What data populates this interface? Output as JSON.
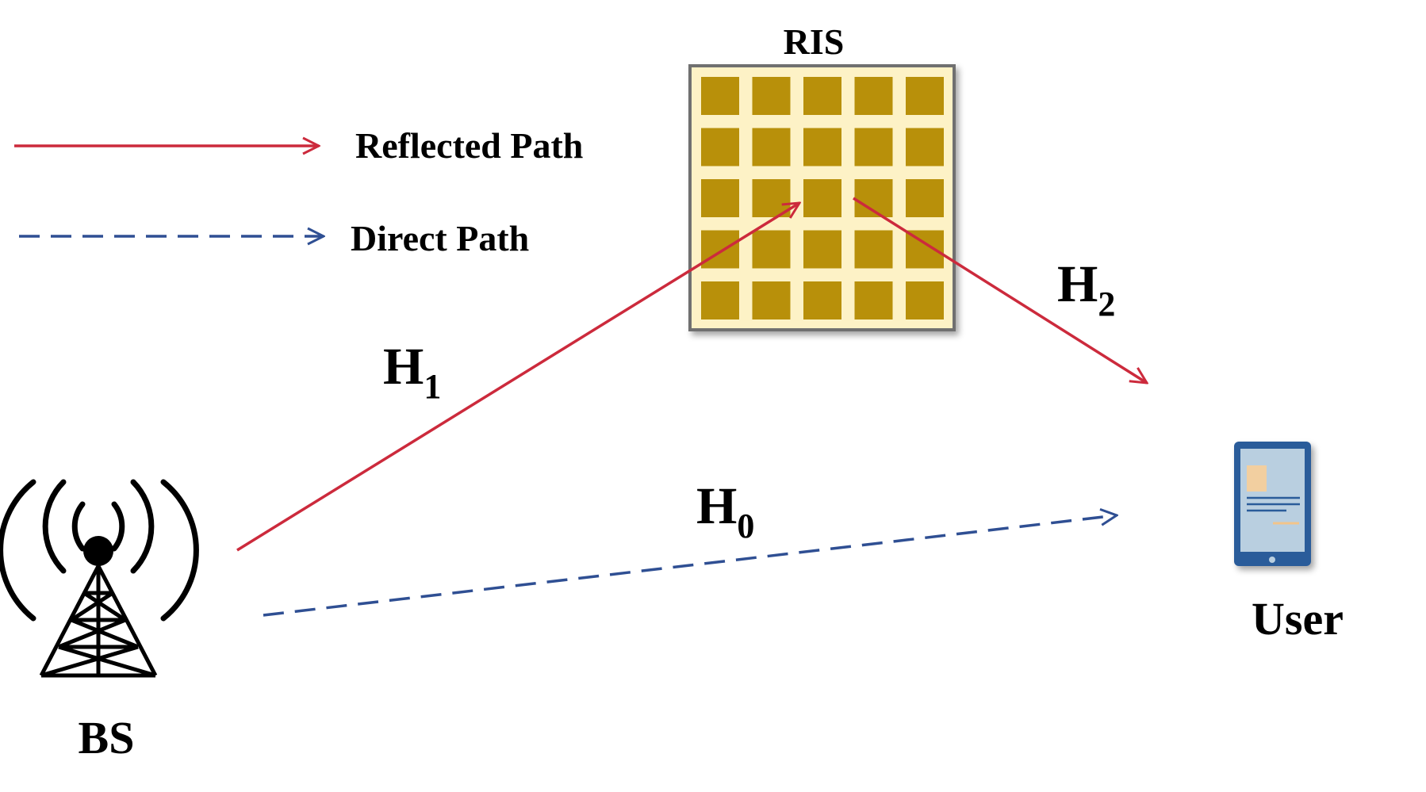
{
  "legend": {
    "reflected_label": "Reflected Path",
    "direct_label": "Direct Path"
  },
  "ris": {
    "label": "RIS",
    "grid": {
      "rows": 5,
      "cols": 5
    }
  },
  "nodes": {
    "bs_label": "BS",
    "user_label": "User"
  },
  "channels": {
    "h1": {
      "main": "H",
      "sub": "1"
    },
    "h2": {
      "main": "H",
      "sub": "2"
    },
    "h0": {
      "main": "H",
      "sub": "0"
    }
  },
  "colors": {
    "reflected": "#cc2a3c",
    "direct": "#2f4f93",
    "ris_background": "#fdf2c6",
    "ris_cell": "#b8900a",
    "ris_border": "#707070",
    "phone_body": "#2a5c9a",
    "phone_screen": "#b9cfe0"
  },
  "icons": {
    "bs": "antenna-tower-icon",
    "user": "smartphone-icon"
  }
}
